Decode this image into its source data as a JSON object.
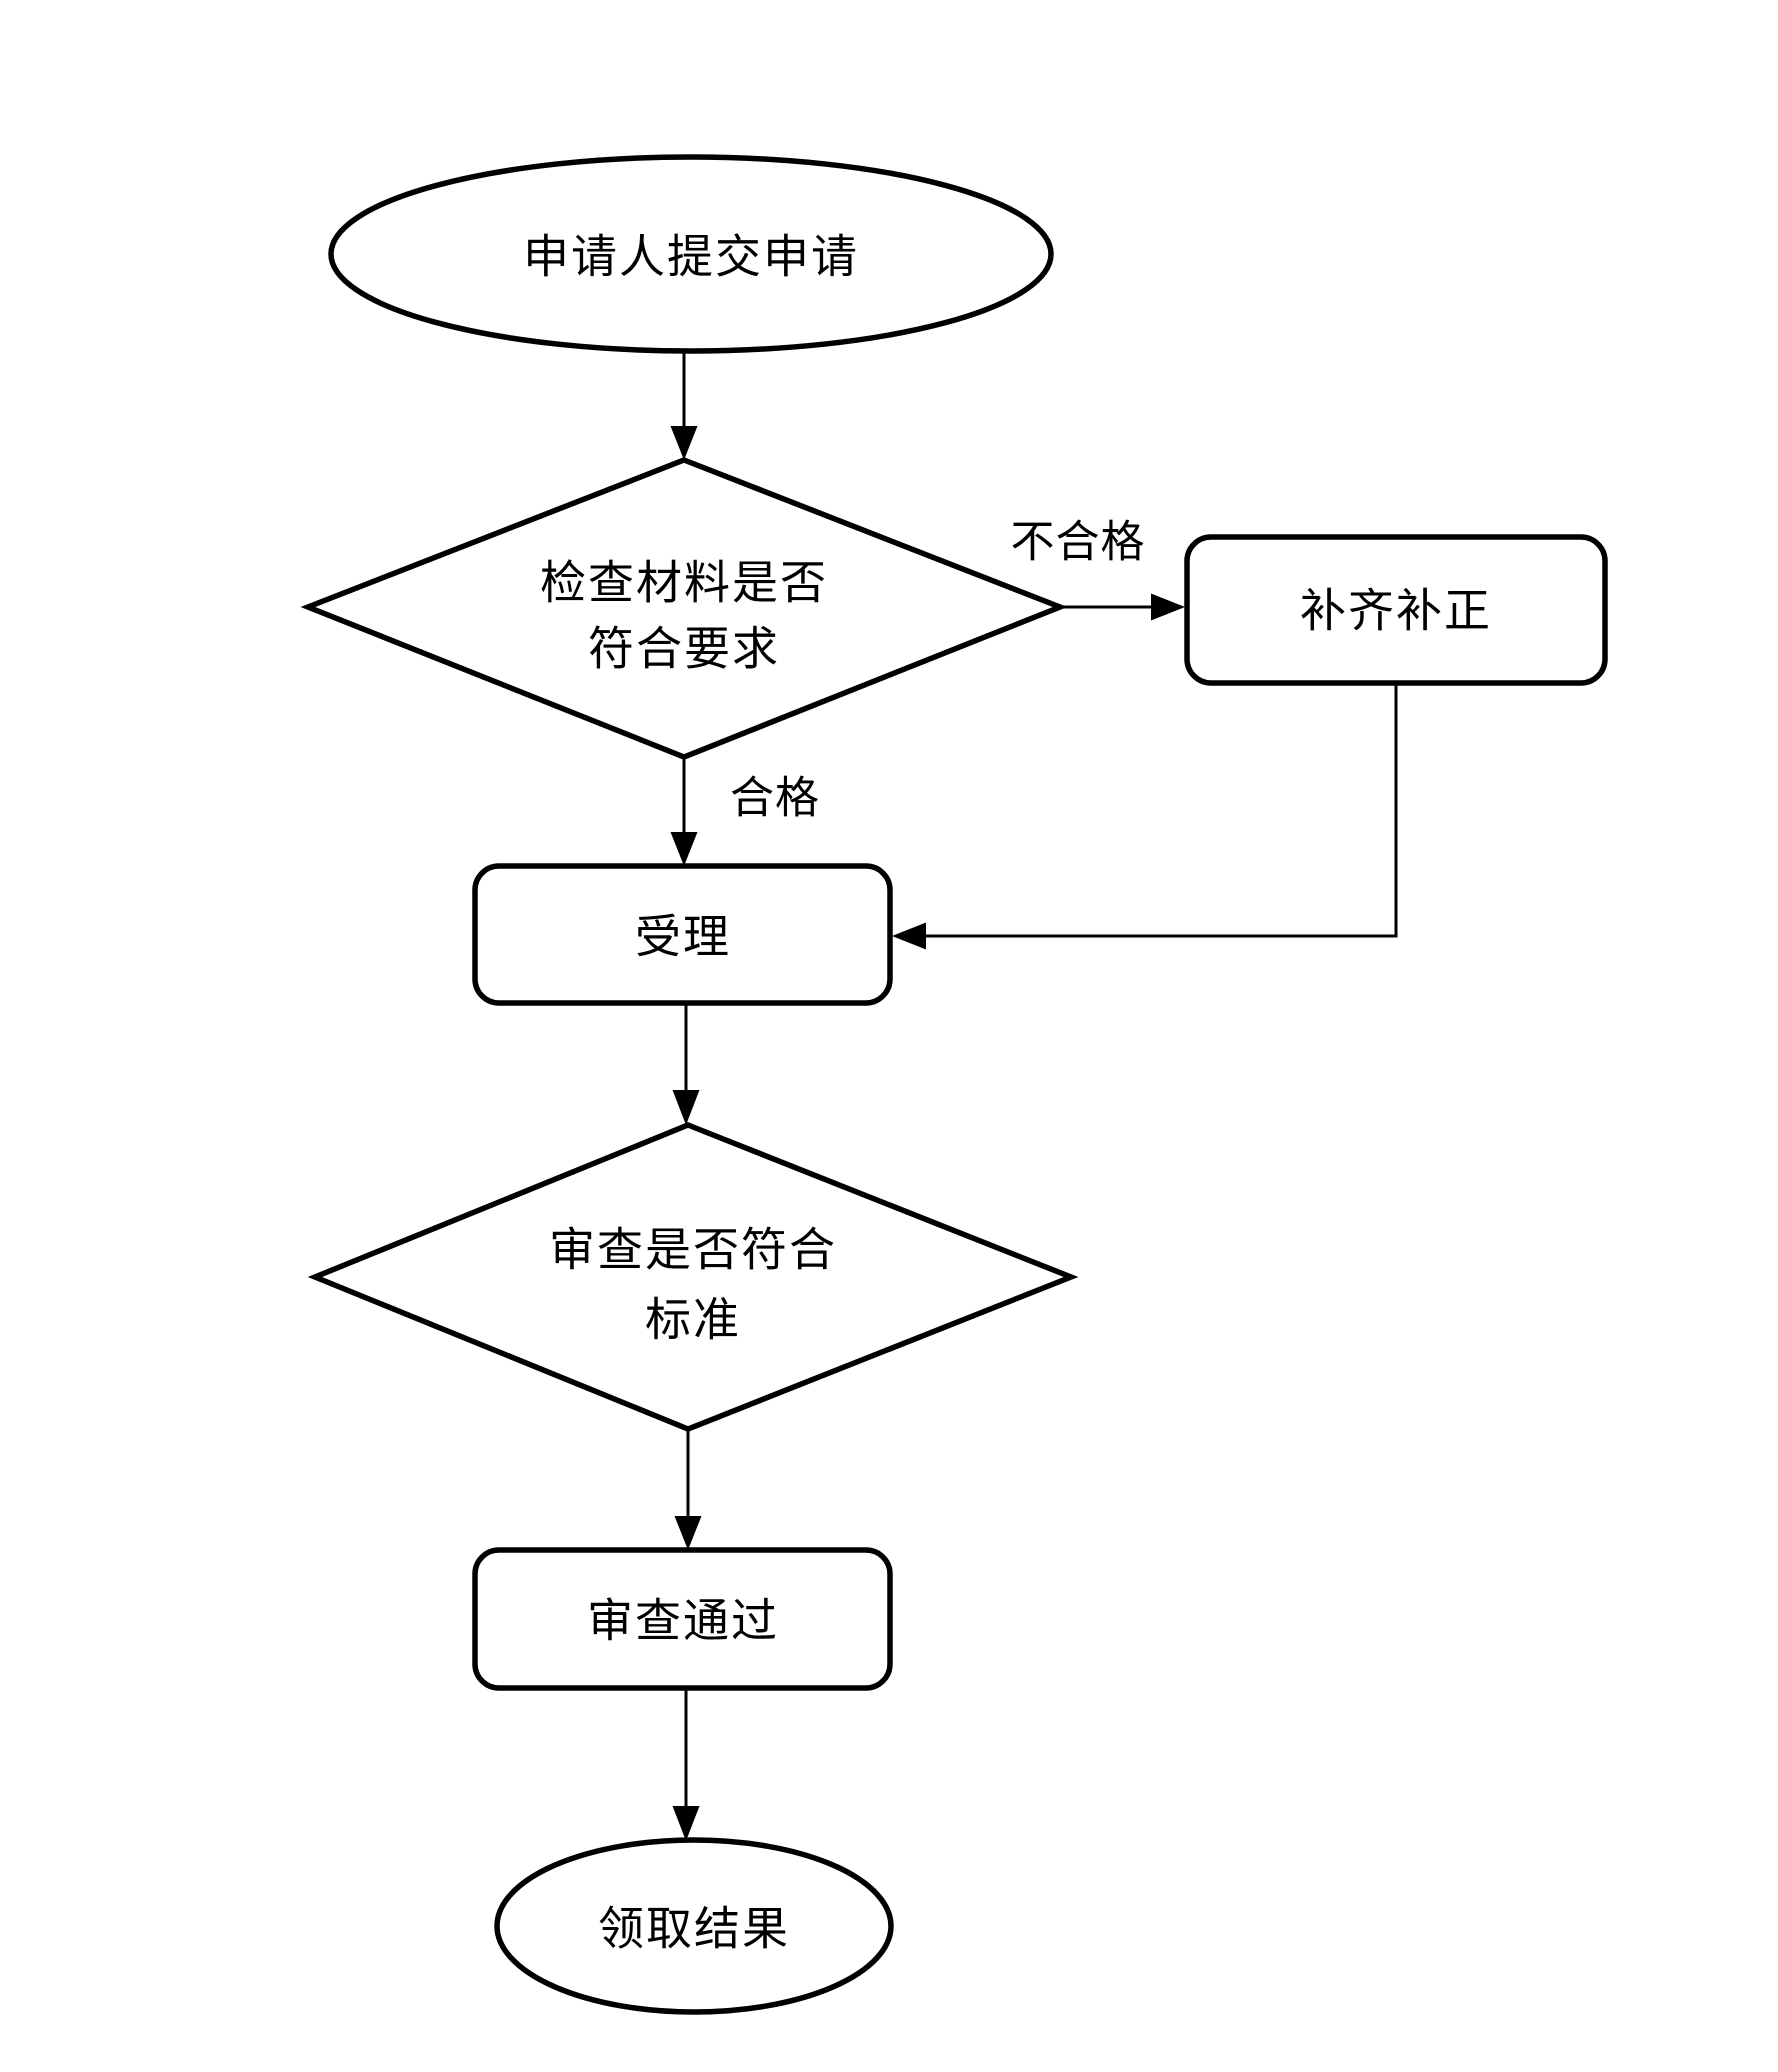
{
  "flowchart": {
    "background_color": "#ffffff",
    "line_color": "#000000",
    "nodes": {
      "start": {
        "label": "申请人提交申请"
      },
      "check_materials": {
        "label_line1": "检查材料是否",
        "label_line2": "符合要求"
      },
      "supplement": {
        "label": "补齐补正"
      },
      "accept": {
        "label": "受理"
      },
      "review": {
        "label_line1": "审查是否符合",
        "label_line2": "标准"
      },
      "review_pass": {
        "label": "审查通过"
      },
      "end": {
        "label": "领取结果"
      }
    },
    "edge_labels": {
      "unqualified": "不合格",
      "qualified": "合格"
    }
  }
}
